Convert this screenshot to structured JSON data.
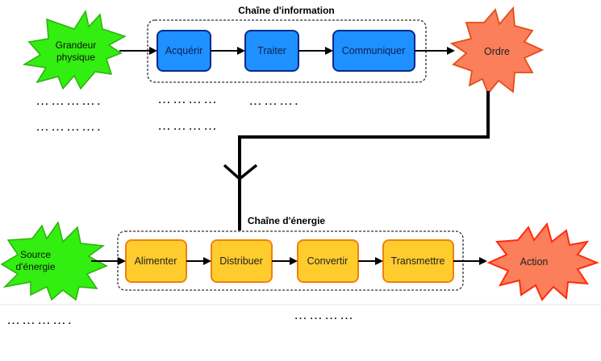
{
  "chaine_information": {
    "title": "Chaîne d'information",
    "input": "Grandeur physique",
    "blocks": [
      "Acquérir",
      "Traiter",
      "Communiquer"
    ],
    "output": "Ordre"
  },
  "chaine_energie": {
    "title": "Chaîne d'énergie",
    "input": "Source d'énergie",
    "blocks": [
      "Alimenter",
      "Distribuer",
      "Convertir",
      "Transmettre"
    ],
    "output": "Action"
  },
  "blanks": {
    "b1": "………….",
    "b2": "………….",
    "b3": "…………",
    "b4": "…………",
    "b5": "……….",
    "b6": "………….",
    "b7": "…………"
  },
  "colors": {
    "info_block": "#1e90ff",
    "energy_block": "#ffcc2e",
    "burst_green": "#33ee11",
    "burst_orange": "#fa7f5a",
    "burst_red": "#ff3b20"
  }
}
